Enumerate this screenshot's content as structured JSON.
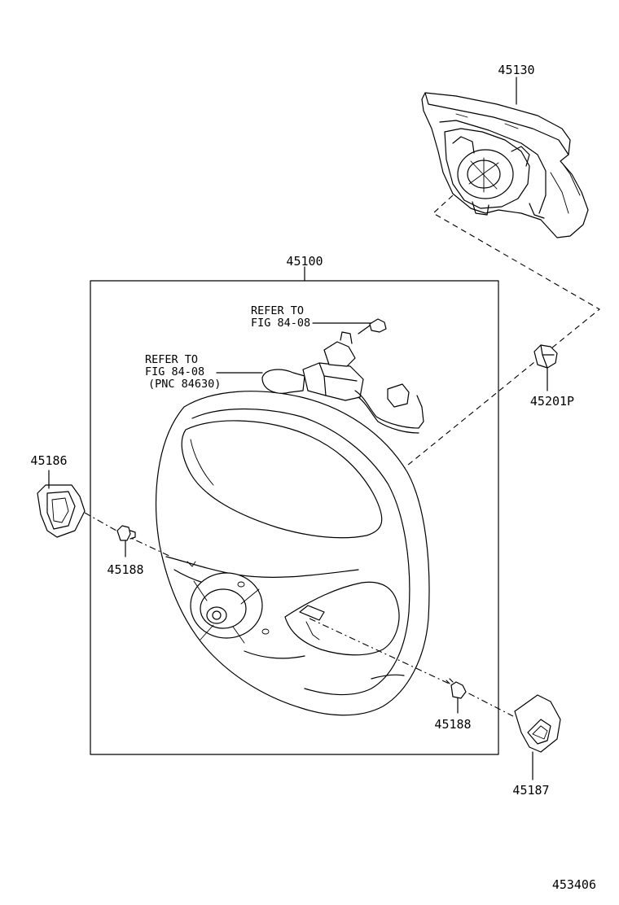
{
  "parts": {
    "horn_pad": "45130",
    "wheel_assembly": "45100",
    "nut": "45201P",
    "cover_left": "45186",
    "screw_left": "45188",
    "screw_right": "45188",
    "cover_right": "45187"
  },
  "references": {
    "upper": {
      "line1": "REFER TO",
      "line2": "FIG 84-08"
    },
    "lower": {
      "line1": "REFER TO",
      "line2": "FIG 84-08",
      "line3": "(PNC 84630)"
    }
  },
  "diagram_id": "453406"
}
